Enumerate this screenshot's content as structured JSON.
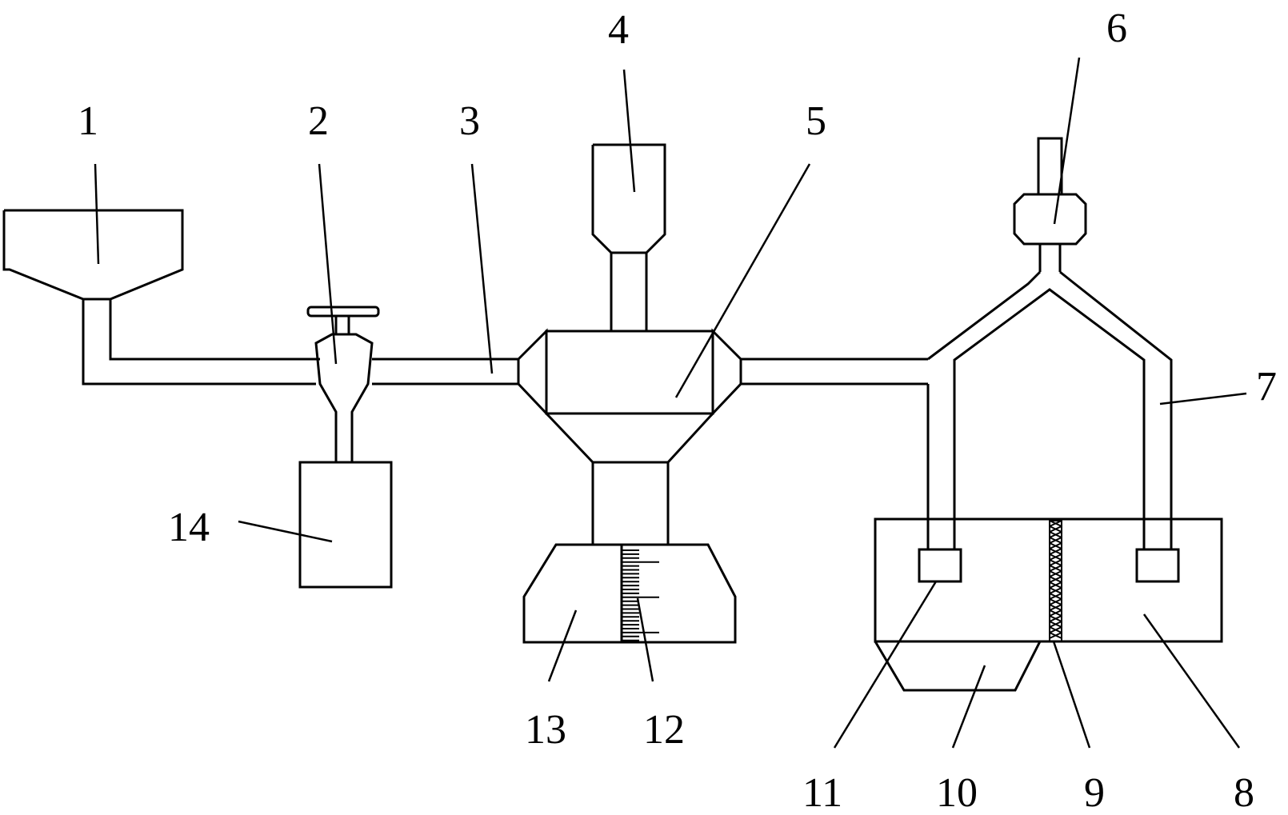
{
  "labels": {
    "l1": "1",
    "l2": "2",
    "l3": "3",
    "l4": "4",
    "l5": "5",
    "l6": "6",
    "l7": "7",
    "l8": "8",
    "l9": "9",
    "l10": "10",
    "l11": "11",
    "l12": "12",
    "l13": "13",
    "l14": "14"
  },
  "colors": {
    "line": "#000000",
    "background": "#ffffff"
  }
}
